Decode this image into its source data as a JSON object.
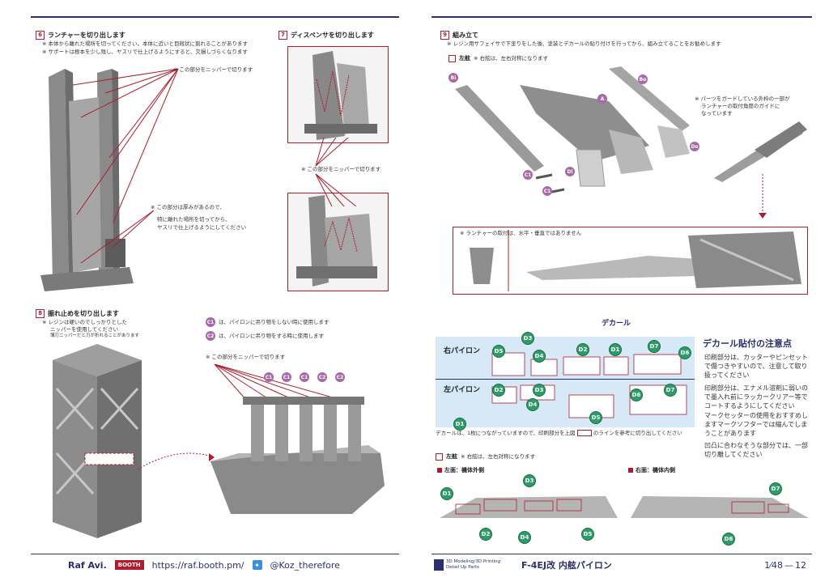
{
  "left": {
    "step6": {
      "num": "6",
      "title": "ランチャーを切り出します",
      "notes": [
        "※ 本体から離れた場所を切ってください。本体に近いと目殻状に割れることがあります",
        "※ サポートは根本を少し残し、ヤスリで仕上げるようにすると、欠損しづらくなります"
      ],
      "callout1": "※ この部分をニッパーで切ります",
      "callout2_l1": "※ この部分は厚みがあるので、",
      "callout2_l2": "特に離れた場所を切ってから、",
      "callout2_l3": "ヤスリで仕上げるようにしてください"
    },
    "step7": {
      "num": "7",
      "title": "ディスペンサを切り出します",
      "callout": "※ この部分をニッパーで切ります"
    },
    "step8": {
      "num": "8",
      "title": "振れ止めを切り出します",
      "note1": "※ レジンは硬いのでしっかりとした",
      "note2": "ニッパーを使用してください",
      "note3": "薄刃ニッパーだと刃が折れることがあります",
      "c1_line": "は、パイロンに吊り物をしない時に使用します",
      "c2_line": "は、パイロンに吊り物をする時に使用します",
      "callout": "※ この部分をニッパーで切ります",
      "c1_badge": "C1",
      "c2_badge": "C2"
    },
    "footer": {
      "brand": "Raf Avi.",
      "booth": "BOOTH",
      "url": "https://raf.booth.pm/",
      "twitter": "@Koz_therefore"
    }
  },
  "right": {
    "step9": {
      "num": "9",
      "title": "組み立て",
      "note": "※ レジン用サフェイサで下塗りをした後、塗装とデカールの貼り付けを行ってから、組み立てることをお勧めします",
      "side_label": "左舷",
      "side_note": "※ 右舷は、左右対称になります",
      "guide_l1": "※ パーツをガードしている外枠の一部が",
      "guide_l2": "ランチャーの取付角度のガイドに",
      "guide_l3": "なっています",
      "angle_note": "※ ランチャーの取付は、水平・垂直ではありません",
      "parts": [
        "Bi",
        "Bo",
        "A",
        "Do",
        "Di",
        "C1",
        "C1"
      ]
    },
    "decal": {
      "heading": "デカール",
      "right_pylon": "右パイロン",
      "left_pylon": "左パイロン",
      "caption": "デカールは、1枚につながっていますので、印刷部分を上図",
      "caption2": "のラインを参考に切り出してください",
      "badges_right": [
        "D5",
        "D3",
        "D4",
        "D2",
        "D1",
        "D7",
        "D6"
      ],
      "badges_left": [
        "D2",
        "D3",
        "D4",
        "D5",
        "D6",
        "D7",
        "D1"
      ],
      "notes_title": "デカール貼付の注意点",
      "para1": "印刷部分は、カッターやピンセットで傷つきやすいので、注意して取り扱ってください",
      "para2": "印刷部分は、エナメル溶剤に弱いので墨入れ前にラッカークリアー等でコートするようにしてください",
      "para3": "マークセッターの使用をおすすめしますマークソフターでは縮んでしまうことがあります",
      "para4": "凹凸に合わなそうな部分では、一部切り離してください"
    },
    "decal_place": {
      "side_label": "左舷",
      "side_note": "※ 右舷は、左右対称になります",
      "outer": "左面：機体外側",
      "inner": "右面：機体内側",
      "outer_badges": [
        "D1",
        "D3",
        "D2",
        "D4",
        "D5"
      ],
      "inner_badges": [
        "D7",
        "D6"
      ]
    },
    "footer": {
      "logo_l1": "3D Modeling/3D Printing",
      "logo_l2": "Detail Up Parts",
      "title": "F-4EJ改 内舷パイロン",
      "scale": "1⁄48",
      "page": "12"
    }
  },
  "colors": {
    "accent_red": "#b01c2e",
    "navy": "#2b2f6b",
    "decal_green": "#2e9c6a",
    "c_purple": "#a76aa8",
    "decal_bg": "#d7e8f6"
  }
}
